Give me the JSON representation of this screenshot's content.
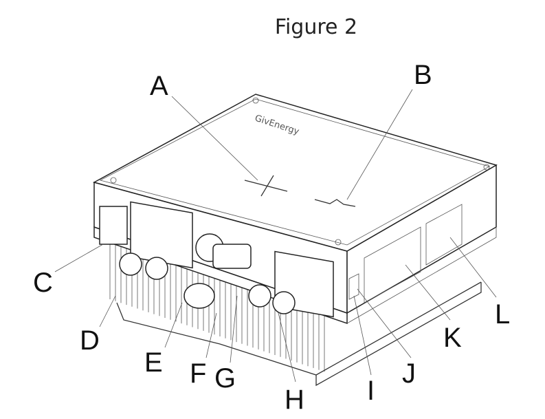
{
  "figure": {
    "title": "Figure 2",
    "logo_text": "GivEnergy",
    "labels": [
      "A",
      "B",
      "C",
      "D",
      "E",
      "F",
      "G",
      "H",
      "I",
      "J",
      "K",
      "L"
    ]
  }
}
